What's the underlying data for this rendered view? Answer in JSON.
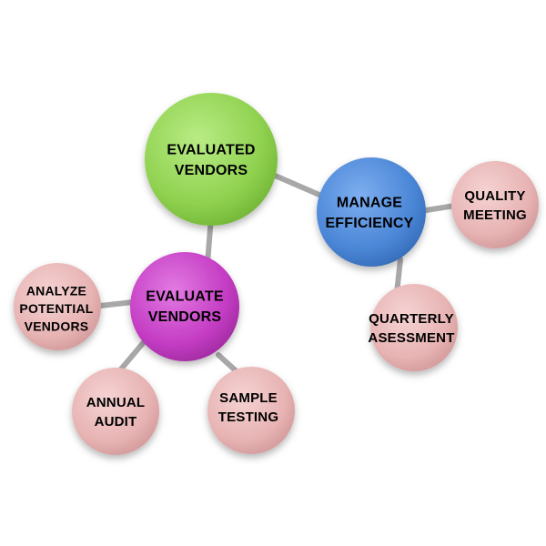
{
  "colors": {
    "green": "#8fd14f",
    "blue": "#4a86d6",
    "magenta": "#c43cc4",
    "pink": "#e7b3b3",
    "connector": "#a8a8a8"
  },
  "nodes": {
    "evaluated_vendors": {
      "lines": [
        "EVALUATED",
        "VENDORS"
      ]
    },
    "manage_efficiency": {
      "lines": [
        "MANAGE",
        "EFFICIENCY"
      ]
    },
    "evaluate_vendors": {
      "lines": [
        "EVALUATE",
        "VENDORS"
      ]
    },
    "quality_meeting": {
      "lines": [
        "QUALITY",
        "MEETING"
      ]
    },
    "quarterly_assessment": {
      "lines": [
        "QUARTERLY",
        "ASESSMENT"
      ]
    },
    "analyze_potential_vendors": {
      "lines": [
        "ANALYZE",
        "POTENTIAL",
        "VENDORS"
      ]
    },
    "annual_audit": {
      "lines": [
        "ANNUAL",
        "AUDIT"
      ]
    },
    "sample_testing": {
      "lines": [
        "SAMPLE",
        "TESTING"
      ]
    }
  }
}
